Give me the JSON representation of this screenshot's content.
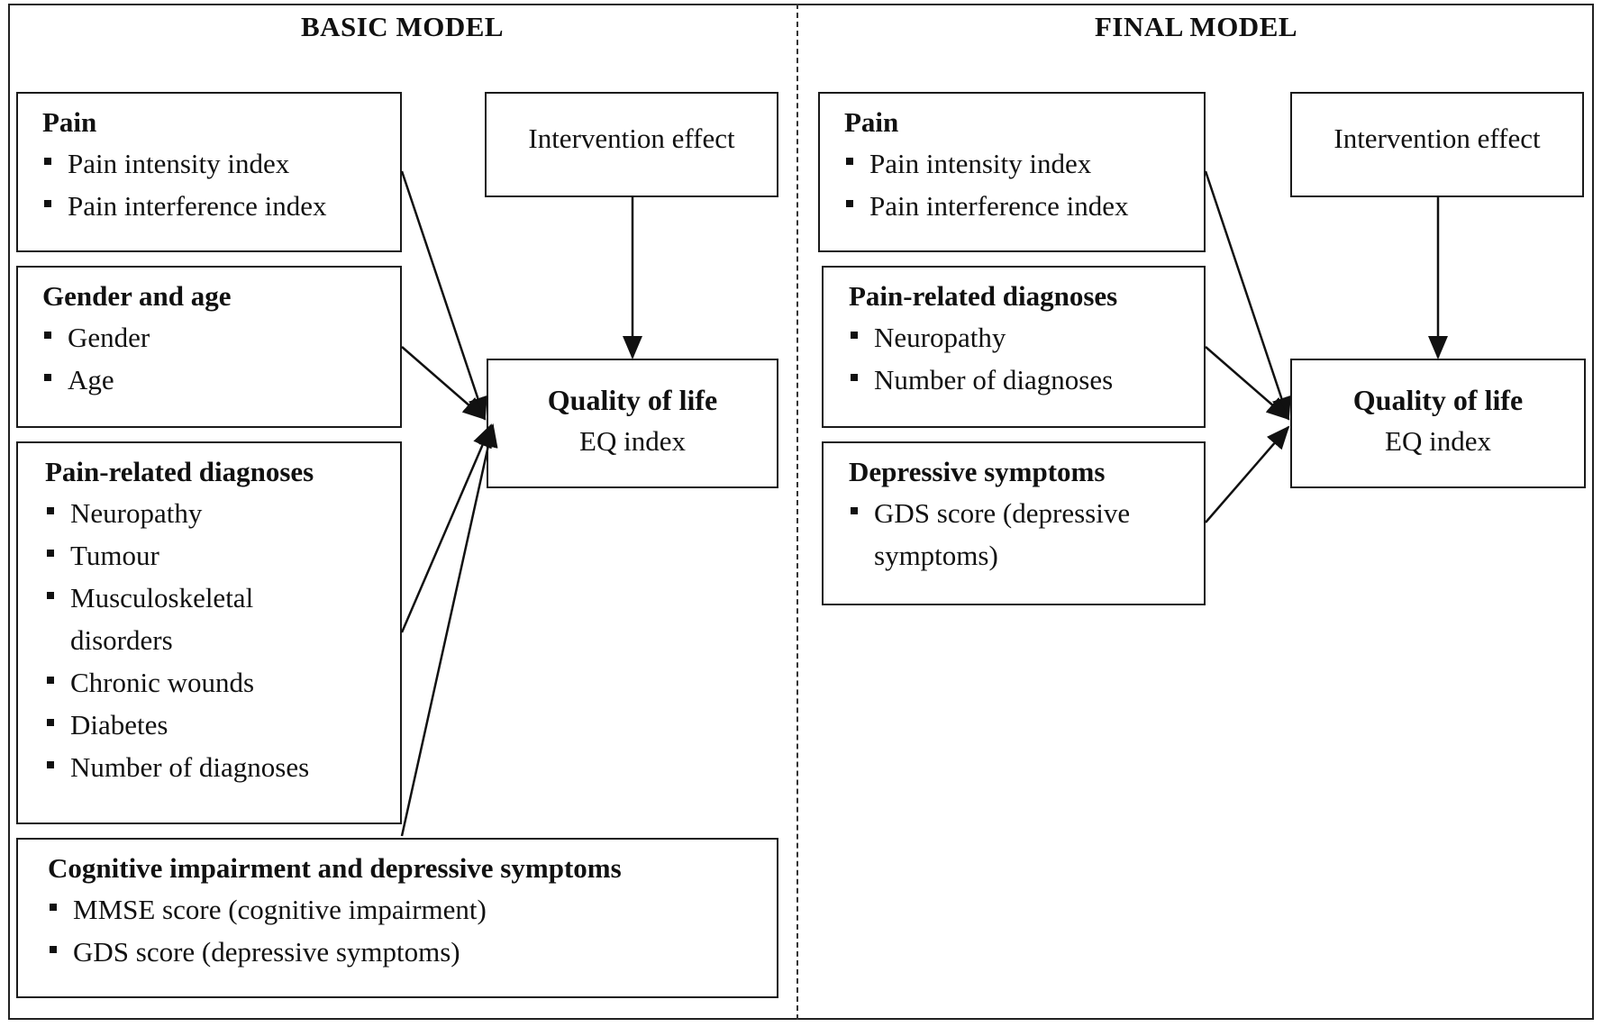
{
  "basic": {
    "title": "BASIC MODEL",
    "pain": {
      "head": "Pain",
      "items": [
        "Pain intensity  index",
        "Pain interference  index"
      ]
    },
    "gender_age": {
      "head": "Gender and age",
      "items": [
        "Gender",
        "Age"
      ]
    },
    "diagnoses": {
      "head": "Pain-related diagnoses",
      "items": [
        "Neuropathy",
        "Tumour",
        "Musculoskeletal disorders",
        "Chronic wounds",
        "Diabetes",
        "Number of diagnoses"
      ]
    },
    "cognitive": {
      "head": "Cognitive impairment and depressive symptoms",
      "items": [
        "MMSE score (cognitive impairment)",
        "GDS score (depressive symptoms)"
      ]
    },
    "intervention": "Intervention  effect",
    "outcome": {
      "title": "Quality of life",
      "subtitle": "EQ index"
    }
  },
  "final": {
    "title": "FINAL MODEL",
    "pain": {
      "head": "Pain",
      "items": [
        "Pain intensity  index",
        "Pain interference  index"
      ]
    },
    "diagnoses": {
      "head": "Pain-related diagnoses",
      "items": [
        "Neuropathy",
        "Number of diagnoses"
      ]
    },
    "depressive": {
      "head": "Depressive symptoms",
      "items": [
        "GDS score (depressive symptoms)"
      ]
    },
    "intervention": "Intervention  effect",
    "outcome": {
      "title": "Quality of life",
      "subtitle": "EQ index"
    }
  }
}
